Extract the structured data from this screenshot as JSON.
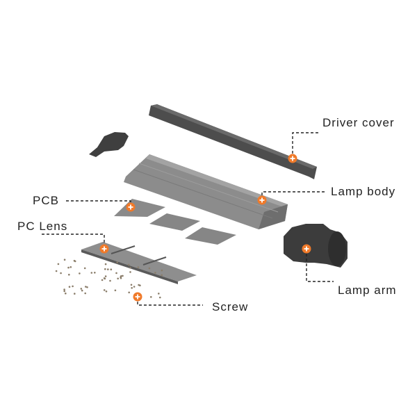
{
  "labels": {
    "driver_cover": "Driver cover",
    "lamp_body": "Lamp body",
    "pcb": "PCB",
    "pc_lens": "PC Lens",
    "lamp_arm": "Lamp arm",
    "screw": "Screw"
  },
  "colors": {
    "marker": "#f07a2a",
    "leader": "#222222",
    "dark_part": "#4a4a4a",
    "light_part": "#8a8a8a"
  }
}
